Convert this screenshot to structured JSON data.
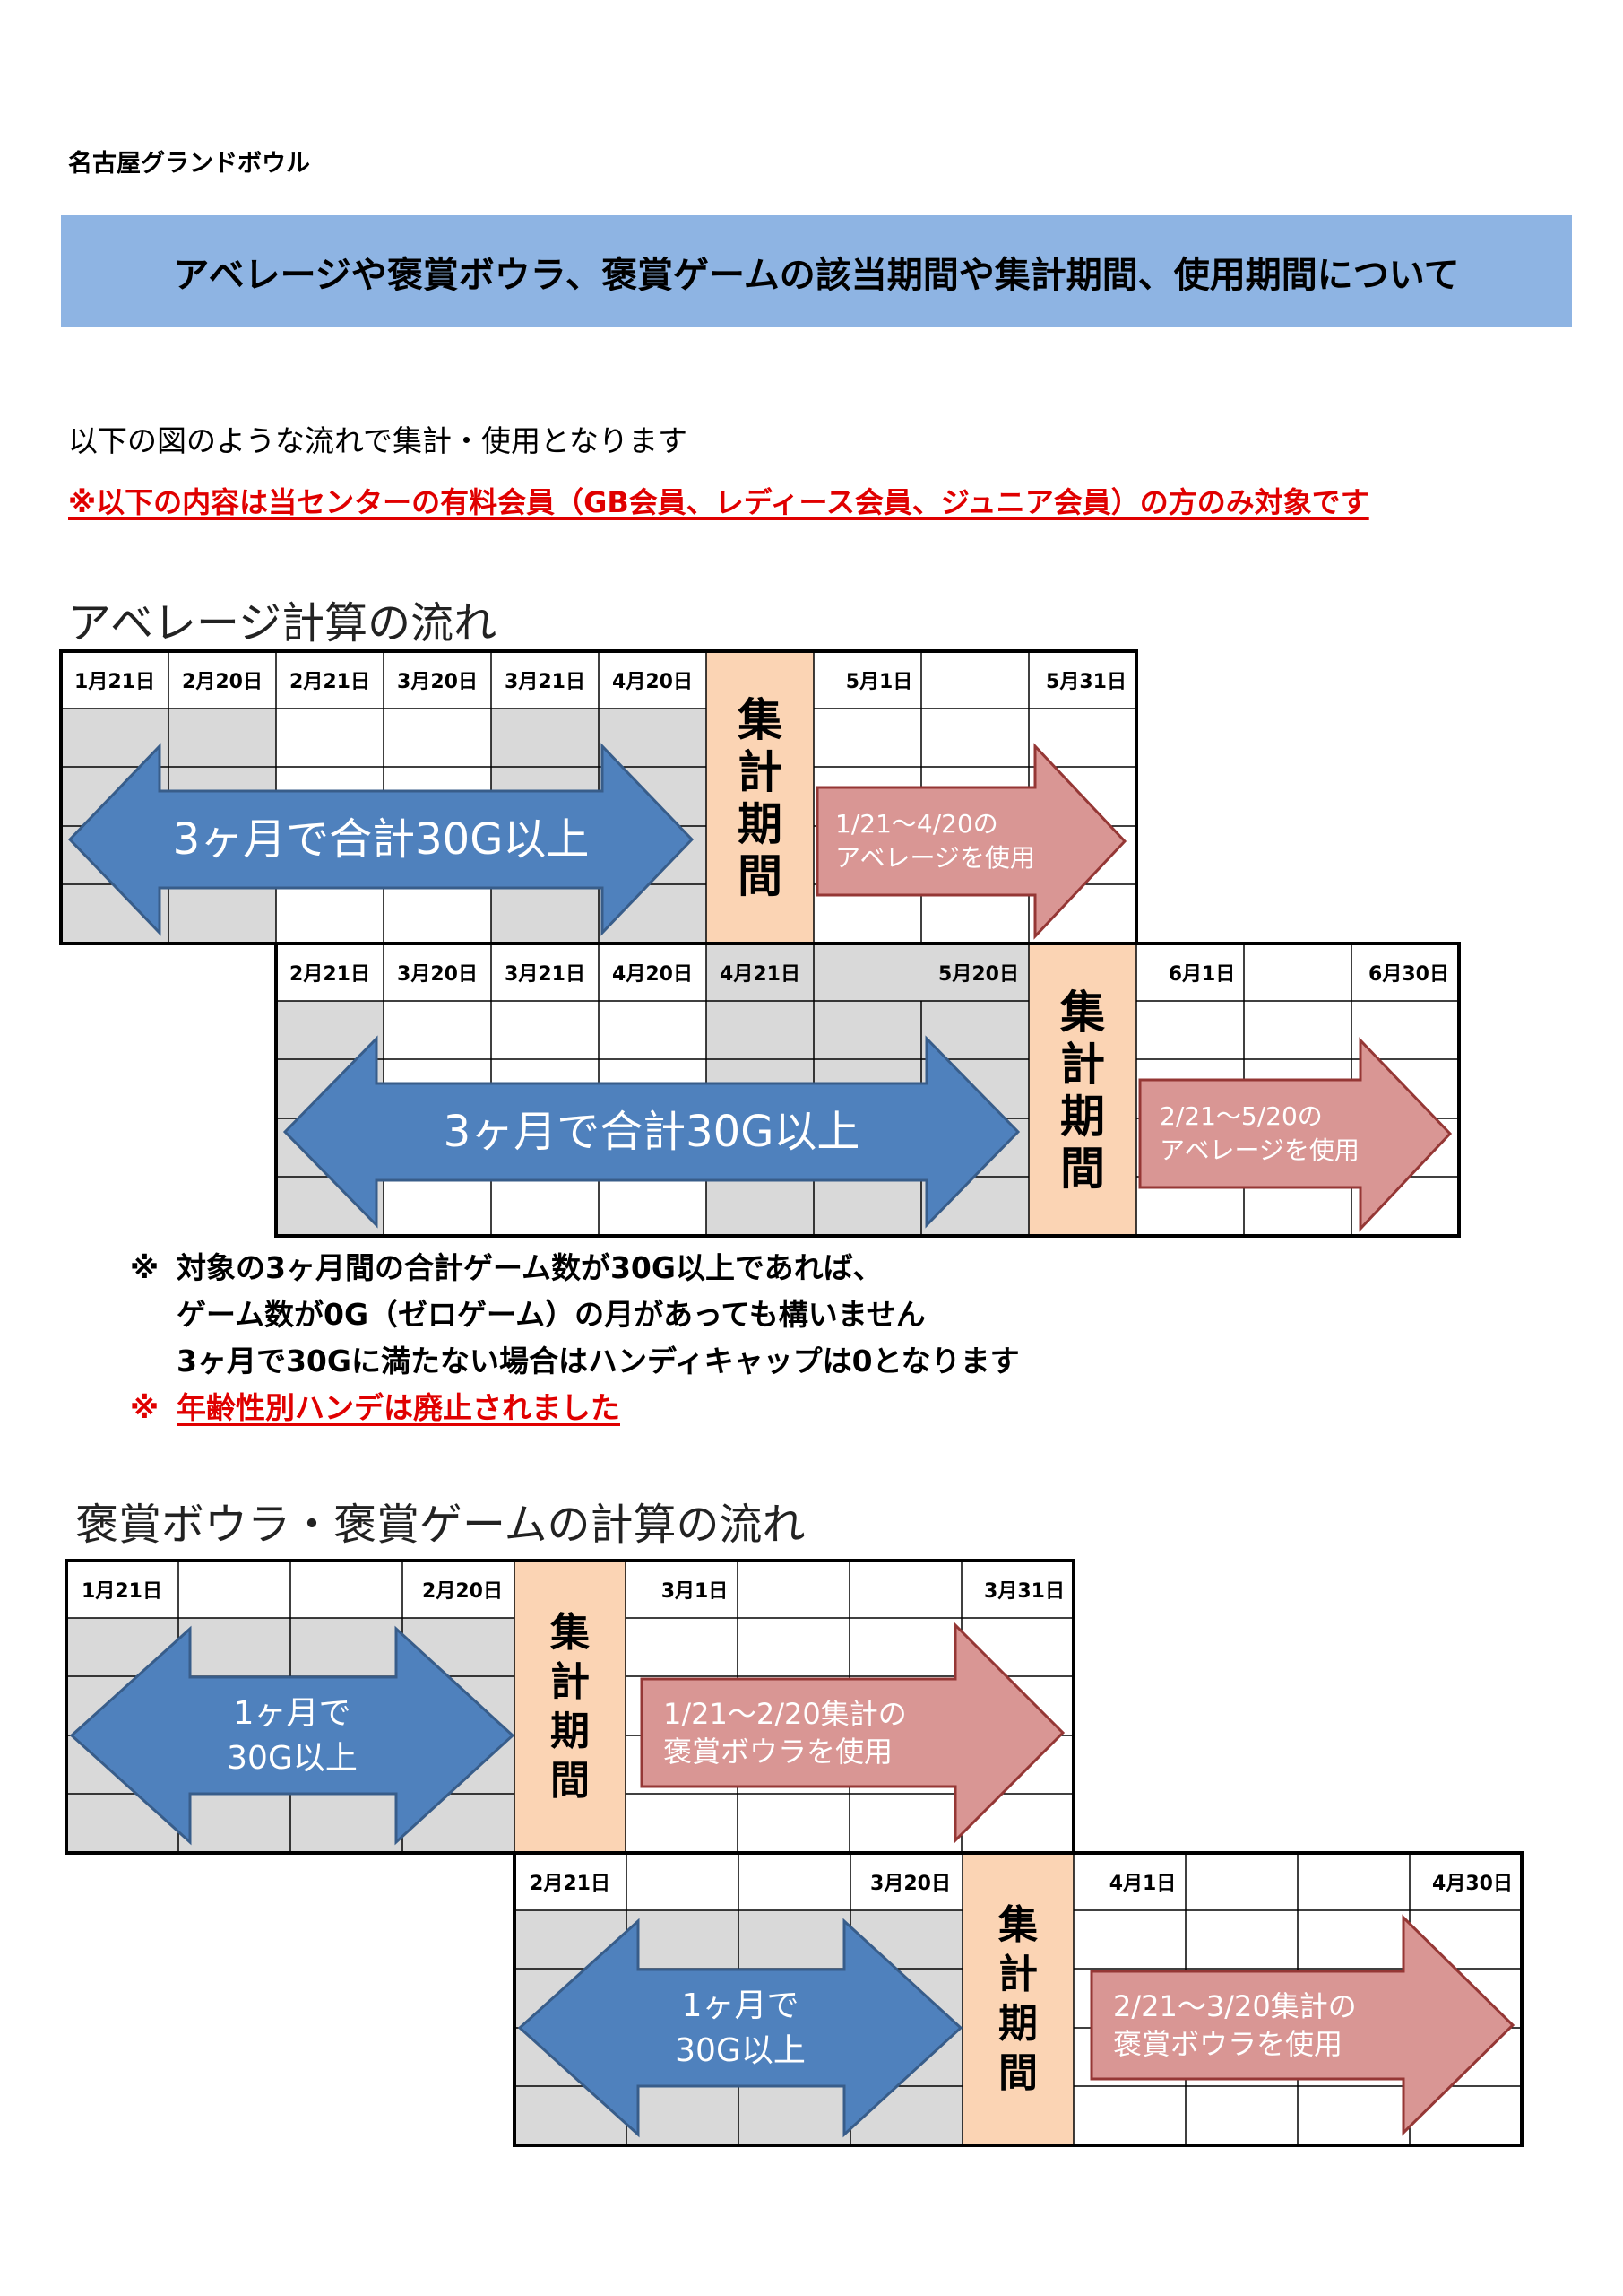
{
  "header": {
    "store_name": "名古屋グランドボウル",
    "title": "アベレージや褒賞ボウラ、褒賞ゲームの該当期間や集計期間、使用期間について"
  },
  "intro": {
    "text": "以下の図のような流れで集計・使用となります",
    "warning": "※以下の内容は当センターの有料会員（GB会員、レディース会員、ジュニア会員）の方のみ対象です"
  },
  "average_section": {
    "heading": "アベレージ計算の流れ",
    "diagrams": [
      {
        "headers": [
          "1月21日",
          "2月20日",
          "2月21日",
          "3月20日",
          "3月21日",
          "4月20日",
          "",
          "5月1日",
          "",
          "5月31日"
        ],
        "period_label": [
          "集",
          "計",
          "期",
          "間"
        ],
        "arrow_text": "3ヶ月で合計30G以上",
        "usage_text": [
          "1/21～4/20の",
          "アベレージを使用"
        ]
      },
      {
        "headers": [
          "2月21日",
          "3月20日",
          "3月21日",
          "4月20日",
          "4月21日",
          "",
          "5月20日",
          "",
          "6月1日",
          "",
          "6月30日"
        ],
        "period_label": [
          "集",
          "計",
          "期",
          "間"
        ],
        "arrow_text": "3ヶ月で合計30G以上",
        "usage_text": [
          "2/21～5/20の",
          "アベレージを使用"
        ]
      }
    ],
    "notes": [
      {
        "mark": "※",
        "text": "対象の3ヶ月間の合計ゲーム数が30G以上であれば、"
      },
      {
        "mark": "",
        "text": "ゲーム数が0G（ゼロゲーム）の月があっても構いません"
      },
      {
        "mark": "",
        "text": "3ヶ月で30Gに満たない場合はハンディキャップは0となります"
      },
      {
        "mark": "※",
        "text": "年齢性別ハンデは廃止されました"
      }
    ]
  },
  "award_section": {
    "heading": "褒賞ボウラ・褒賞ゲームの計算の流れ",
    "diagrams": [
      {
        "headers": [
          "1月21日",
          "",
          "",
          "2月20日",
          "",
          "3月1日",
          "",
          "",
          "3月31日"
        ],
        "period_label": [
          "集",
          "計",
          "期",
          "間"
        ],
        "arrow_text": [
          "1ヶ月で",
          "30G以上"
        ],
        "usage_text": [
          "1/21～2/20集計の",
          "褒賞ボウラを使用"
        ]
      },
      {
        "headers": [
          "2月21日",
          "",
          "",
          "3月20日",
          "",
          "4月1日",
          "",
          "",
          "4月30日"
        ],
        "period_label": [
          "集",
          "計",
          "期",
          "間"
        ],
        "arrow_text": [
          "1ヶ月で",
          "30G以上"
        ],
        "usage_text": [
          "2/21～3/20集計の",
          "褒賞ボウラを使用"
        ]
      }
    ]
  },
  "colors": {
    "title_bg": "#8eb4e3",
    "gray_cell": "#d9d9d9",
    "period_bg": "#fbd4b4",
    "blue_arrow": "#4f81bd",
    "blue_arrow_border": "#385d8a",
    "red_arrow": "#d99694",
    "red_arrow_border": "#953735",
    "warning_red": "#e00000"
  }
}
